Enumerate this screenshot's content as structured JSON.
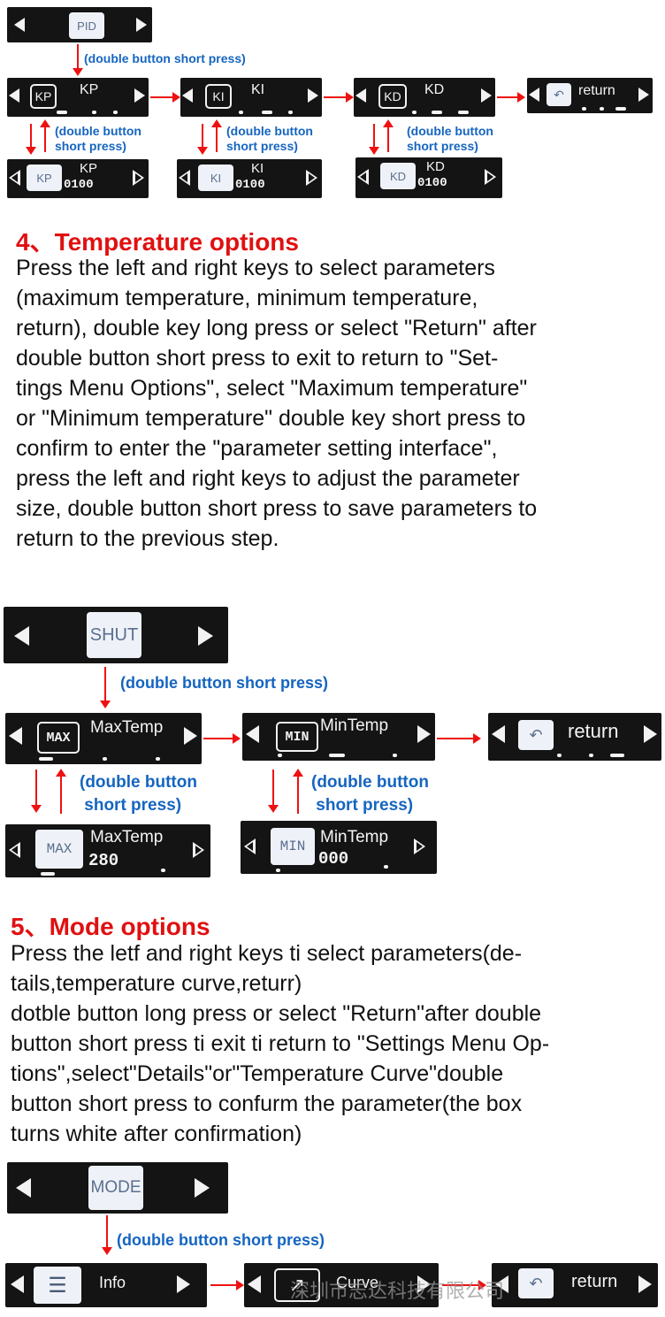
{
  "pid": {
    "top": {
      "label": "PID"
    },
    "note_top": "(double button short press)",
    "items": [
      {
        "label": "KP",
        "box": "KP",
        "value": "0100"
      },
      {
        "label": "KI",
        "box": "KI",
        "value": "0100"
      },
      {
        "label": "KD",
        "box": "KD",
        "value": "0100"
      }
    ],
    "return_label": "return",
    "note_line1": "(double button",
    "note_line2": "short press)"
  },
  "section4": {
    "heading": "4、Temperature options",
    "lines": [
      "Press the left and right keys to select parameters",
      "(maximum temperature, minimum temperature,",
      "return), double key long press or select \"Return\" after",
      "double button short press to exit to return to \"Set-",
      "tings Menu Options\", select \"Maximum temperature\"",
      "or \"Minimum temperature\" double key short press to",
      "confirm to enter the \"parameter setting interface\",",
      "press the left and right keys to adjust the parameter",
      "size, double button short press to save parameters to",
      "return to the previous step."
    ]
  },
  "temp": {
    "top": {
      "label": "SHUT"
    },
    "note_top": "(double button short press)",
    "max": {
      "box": "MAX",
      "label": "MaxTemp",
      "value": "280"
    },
    "min": {
      "box": "MIN",
      "label": "MinTemp",
      "value": "000"
    },
    "return_label": "return",
    "note_line1": "(double button",
    "note_line2": "short press)"
  },
  "section5": {
    "heading": "5、Mode options",
    "lines": [
      "Press the letf and right keys ti select parameters(de-",
      "tails,temperature curve,returr)",
      "dotble button long press or select \"Return\"after double",
      "button short press ti exit ti return to \"Settings Menu Op-",
      "tions\",select\"Details\"or\"Temperature Curve\"double",
      "button short press to confurm the parameter(the box",
      "turns white after confirmation)"
    ]
  },
  "mode": {
    "top": {
      "label": "MODE"
    },
    "note_top": "(double button short press)",
    "info_label": "Info",
    "curve_label": "Curve",
    "return_label": "return"
  },
  "watermark": "深圳市志达科技有限公司"
}
